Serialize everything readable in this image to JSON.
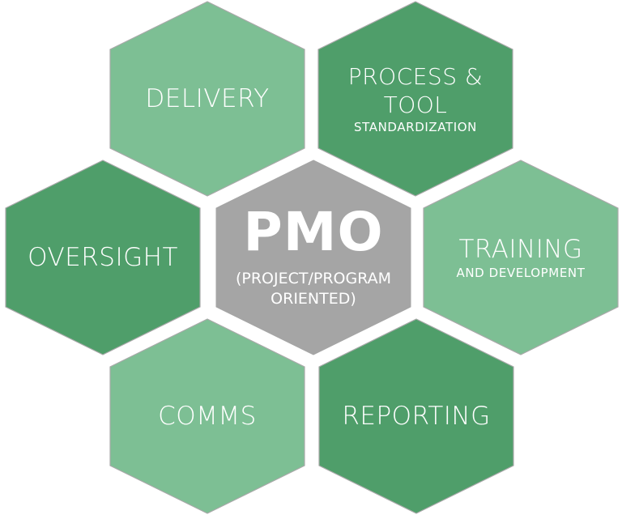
{
  "colors": {
    "light_green": "#7dbf94",
    "dark_green": "#4f9e6a",
    "center_gray": "#a5a5a5",
    "border": "#a9a9a9",
    "text": "#ffffff"
  },
  "center": {
    "title": "PMO",
    "subtitle_line1": "(PROJECT/PROGRAM",
    "subtitle_line2": "ORIENTED)"
  },
  "hexagons": [
    {
      "position": "top-left",
      "title": "DELIVERY",
      "shade": "light"
    },
    {
      "position": "top-right",
      "title_line1": "PROCESS &",
      "title_line2": "TOOL",
      "subtitle": "STANDARDIZATION",
      "shade": "dark"
    },
    {
      "position": "middle-left",
      "title": "OVERSIGHT",
      "shade": "dark"
    },
    {
      "position": "middle-right",
      "title": "TRAINING",
      "subtitle": "AND DEVELOPMENT",
      "shade": "light"
    },
    {
      "position": "bottom-left",
      "title": "COMMS",
      "shade": "light"
    },
    {
      "position": "bottom-right",
      "title": "REPORTING",
      "shade": "dark"
    }
  ]
}
